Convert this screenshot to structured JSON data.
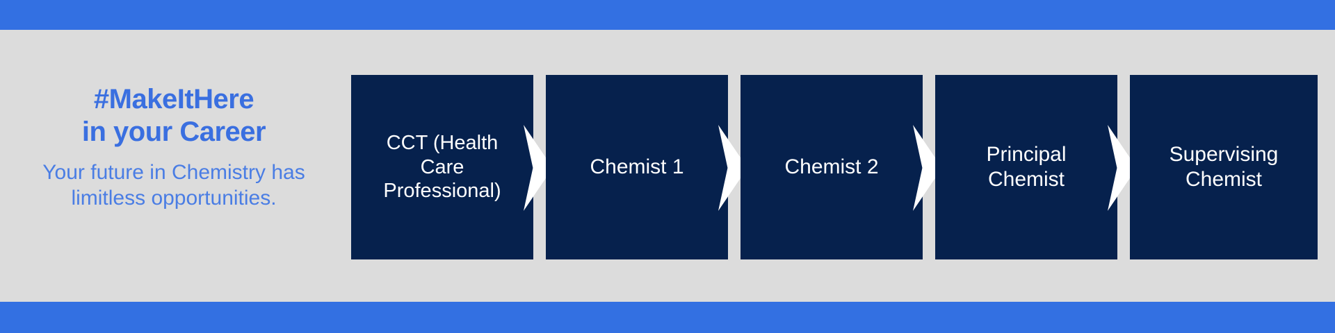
{
  "banner": {
    "background_color": "#dcdcdc",
    "accent_color": "#3370e2",
    "step_color": "#06214d",
    "text_color": "#ffffff"
  },
  "bars": {
    "top_color": "#3370e2",
    "bottom_color": "#3370e2"
  },
  "copy": {
    "headline": "#MakeItHere\nin your Career",
    "subhead": "Your future in Chemistry has\nlimitless opportunities.",
    "headline_color": "#3a6fe0",
    "subhead_color": "#4a7de4"
  },
  "flow": {
    "connector_icon": "chevron-right-icon",
    "steps": [
      {
        "label": "CCT (Health\nCare\nProfessional)"
      },
      {
        "label": "Chemist 1"
      },
      {
        "label": "Chemist 2"
      },
      {
        "label": "Principal\nChemist"
      },
      {
        "label": "Supervising\nChemist"
      }
    ]
  }
}
